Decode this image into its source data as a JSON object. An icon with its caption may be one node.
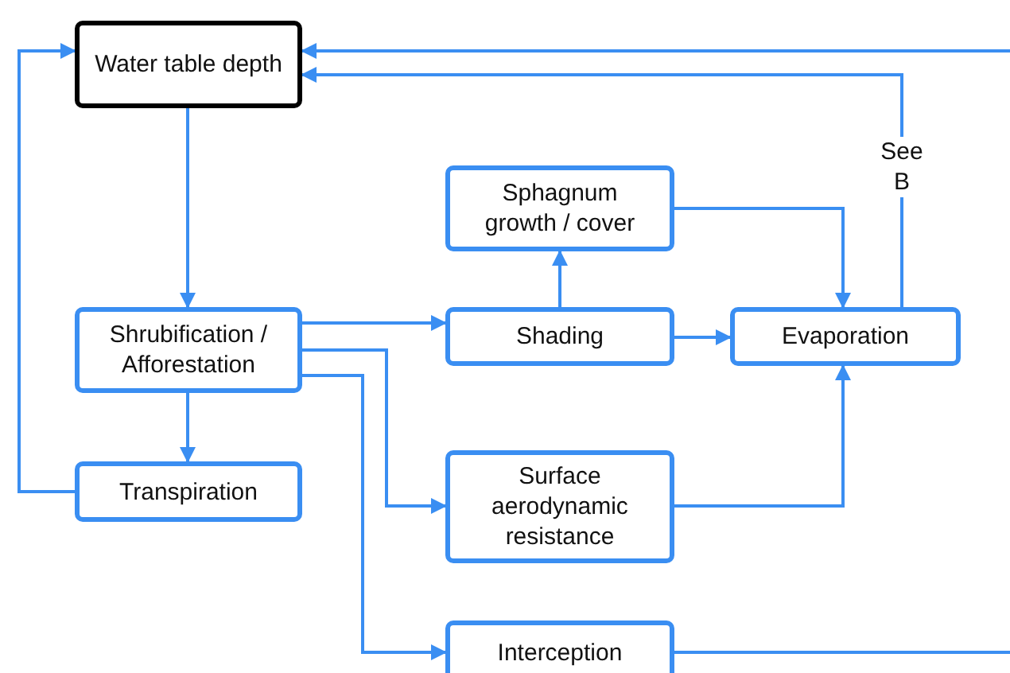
{
  "diagram": {
    "nodes": [
      {
        "text": [
          "Water table depth"
        ]
      },
      {
        "text": [
          "Shrubification / Afforestation"
        ]
      },
      {
        "text": [
          "Transpiration"
        ]
      },
      {
        "text": [
          "Sphagnum growth / cover"
        ]
      },
      {
        "text": [
          "Shading"
        ]
      },
      {
        "text": [
          "Evaporation"
        ]
      },
      {
        "text": [
          "Surface aerodynamic resistance"
        ]
      },
      {
        "text": [
          "Interception"
        ]
      }
    ],
    "edges": [
      {
        "from": 0,
        "to": 1,
        "arrow": "to"
      },
      {
        "from": 2,
        "to": 0,
        "arrow": "to"
      },
      {
        "from": 1,
        "to": 2,
        "arrow": "to"
      },
      {
        "from": 1,
        "to": 4,
        "arrow": "to"
      },
      {
        "from": 1,
        "to": 6,
        "arrow": "to"
      },
      {
        "from": 1,
        "to": 7,
        "arrow": "to"
      },
      {
        "from": 4,
        "to": 3,
        "arrow": "to"
      },
      {
        "from": 4,
        "to": 5,
        "arrow": "to"
      },
      {
        "from": 3,
        "to": 5,
        "arrow": "to"
      },
      {
        "from": 6,
        "to": 5,
        "arrow": "to"
      },
      {
        "from": 5,
        "to": 0,
        "arrow": "to",
        "label": "See B"
      },
      {
        "from": null,
        "to": 0,
        "arrow": "to"
      },
      {
        "from": 7,
        "to": null,
        "arrow": "none"
      }
    ]
  }
}
